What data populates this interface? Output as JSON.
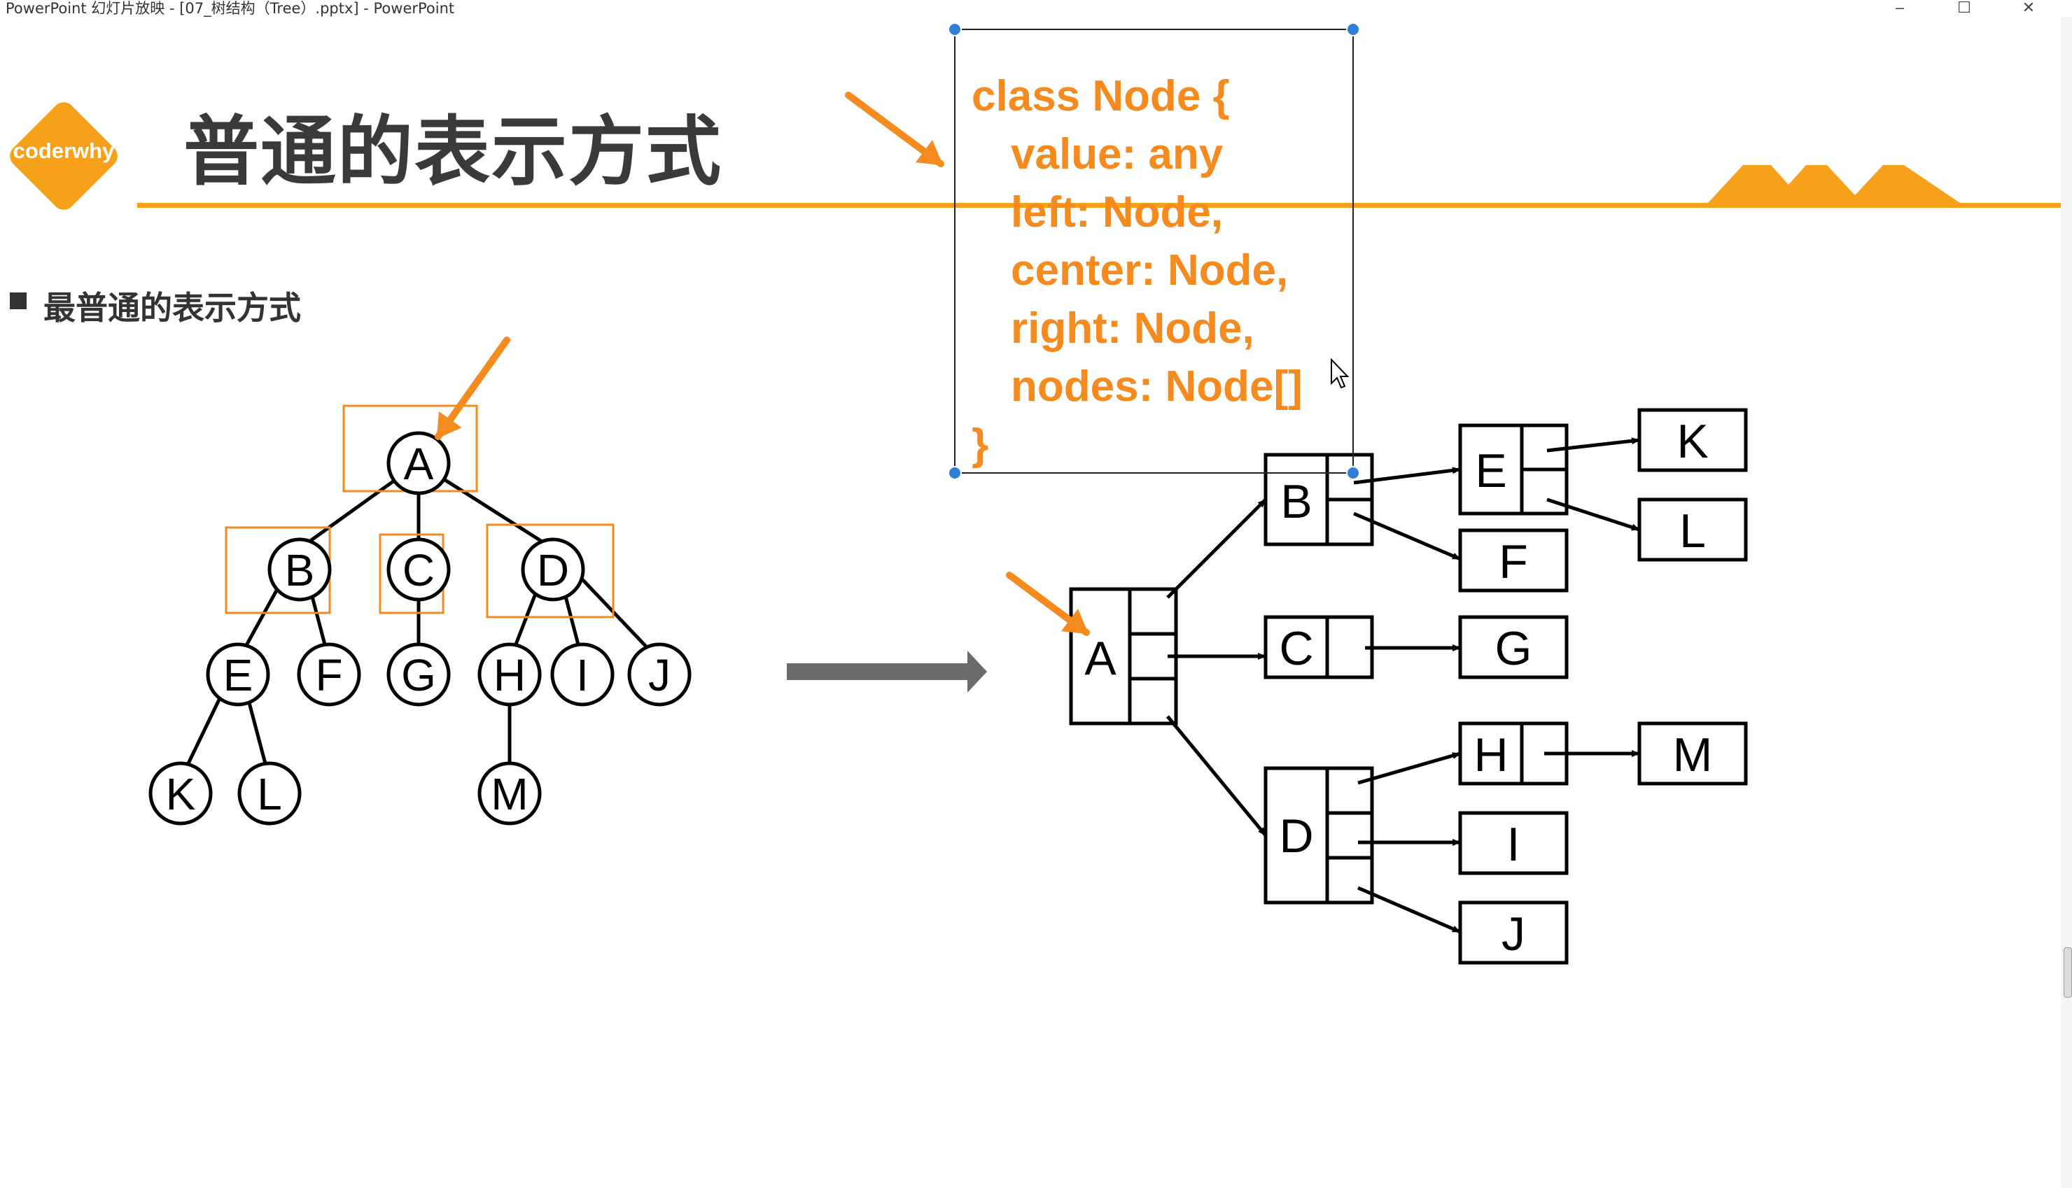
{
  "window": {
    "title": "PowerPoint 幻灯片放映 - [07_树结构（Tree）.pptx] - PowerPoint",
    "minimize": "–",
    "maximize": "☐",
    "close": "✕"
  },
  "logo": {
    "text": "coderwhy"
  },
  "slide": {
    "title": "普通的表示方式",
    "bullet": "最普通的表示方式"
  },
  "code": {
    "line1": "class Node {",
    "line2": "value: any",
    "line3": "left: Node,",
    "line4": "center: Node,",
    "line5": "right: Node,",
    "line6": "nodes: Node[]",
    "line7": "}"
  },
  "tree": {
    "nodes": [
      "A",
      "B",
      "C",
      "D",
      "E",
      "F",
      "G",
      "H",
      "I",
      "J",
      "K",
      "L",
      "M"
    ]
  },
  "colors": {
    "accent": "#f7a11a",
    "code": "#f58a1f",
    "arrow": "#f58a1f",
    "title": "#3a3a3a"
  }
}
